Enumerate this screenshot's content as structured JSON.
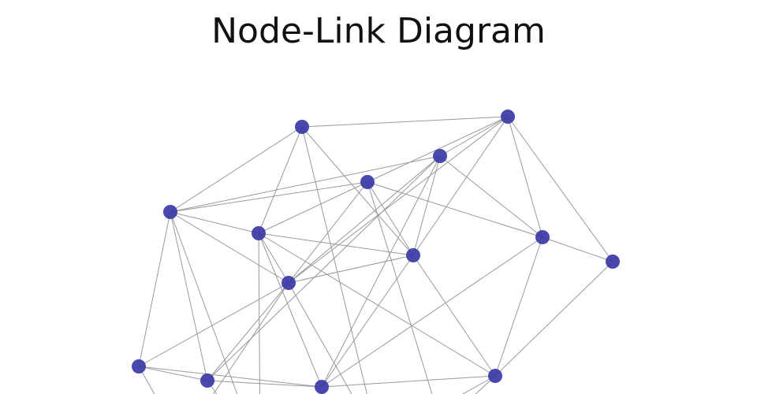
{
  "title": "Node-Link Diagram",
  "colors": {
    "node": "#3a3aa6",
    "edge": "#999999"
  },
  "nodes": [
    "n0",
    "n1",
    "n2",
    "n3",
    "n4",
    "n5",
    "n6",
    "n7",
    "n8",
    "n9",
    "n10",
    "n11",
    "n12",
    "n13",
    "n14",
    "n15",
    "n16",
    "n17"
  ],
  "edges": [
    [
      "n0",
      "n1"
    ],
    [
      "n0",
      "n4"
    ],
    [
      "n0",
      "n5"
    ],
    [
      "n0",
      "n6"
    ],
    [
      "n0",
      "n15"
    ],
    [
      "n1",
      "n2"
    ],
    [
      "n1",
      "n3"
    ],
    [
      "n1",
      "n9"
    ],
    [
      "n1",
      "n6"
    ],
    [
      "n1",
      "n7"
    ],
    [
      "n1",
      "n8"
    ],
    [
      "n4",
      "n2"
    ],
    [
      "n4",
      "n3"
    ],
    [
      "n4",
      "n9"
    ],
    [
      "n4",
      "n5"
    ],
    [
      "n4",
      "n10"
    ],
    [
      "n4",
      "n11"
    ],
    [
      "n4",
      "n14"
    ],
    [
      "n5",
      "n3"
    ],
    [
      "n5",
      "n6"
    ],
    [
      "n5",
      "n9"
    ],
    [
      "n5",
      "n13"
    ],
    [
      "n5",
      "n14"
    ],
    [
      "n5",
      "n12"
    ],
    [
      "n3",
      "n6"
    ],
    [
      "n3",
      "n7"
    ],
    [
      "n3",
      "n9"
    ],
    [
      "n3",
      "n17"
    ],
    [
      "n2",
      "n9"
    ],
    [
      "n2",
      "n7"
    ],
    [
      "n2",
      "n6"
    ],
    [
      "n2",
      "n11"
    ],
    [
      "n2",
      "n12"
    ],
    [
      "n6",
      "n9"
    ],
    [
      "n6",
      "n13"
    ],
    [
      "n6",
      "n12"
    ],
    [
      "n7",
      "n8"
    ],
    [
      "n7",
      "n12"
    ],
    [
      "n7",
      "n13"
    ],
    [
      "n8",
      "n13"
    ],
    [
      "n9",
      "n10"
    ],
    [
      "n9",
      "n11"
    ],
    [
      "n9",
      "n16"
    ],
    [
      "n9",
      "n15"
    ],
    [
      "n10",
      "n11"
    ],
    [
      "n10",
      "n12"
    ],
    [
      "n10",
      "n16"
    ],
    [
      "n11",
      "n12"
    ],
    [
      "n11",
      "n14"
    ],
    [
      "n12",
      "n13"
    ],
    [
      "n13",
      "n17"
    ],
    [
      "n13",
      "n15"
    ]
  ]
}
